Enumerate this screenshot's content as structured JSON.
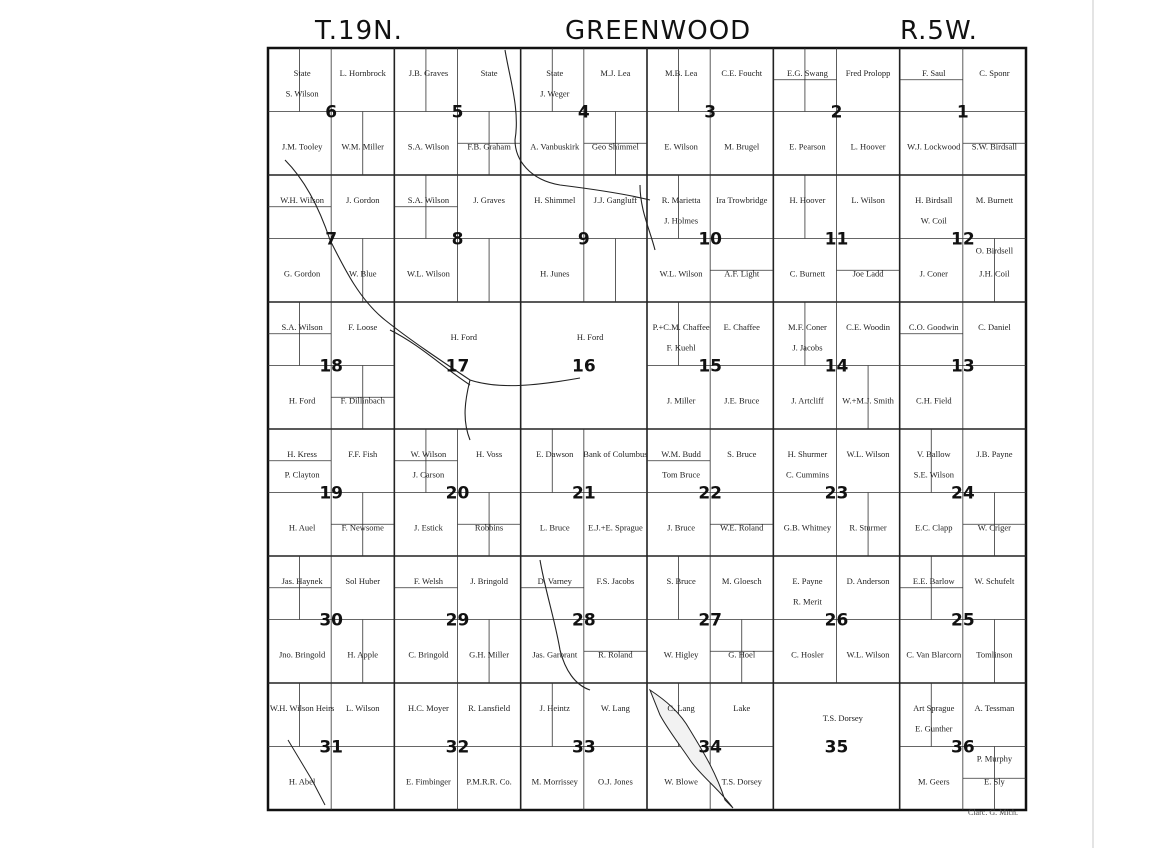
{
  "header": {
    "township": "T.19N.",
    "title": "GREENWOOD",
    "range": "R.5W."
  },
  "credit": "Clarc. G. Mich.",
  "sections": [
    {
      "n": "6",
      "owners": [
        "State",
        "L. Hornbrock",
        "J.M. Tooley",
        "W.M. Miller",
        "S. Wilson"
      ]
    },
    {
      "n": "5",
      "owners": [
        "J.B. Graves",
        "State",
        "S.A. Wilson",
        "F.B. Graham"
      ]
    },
    {
      "n": "4",
      "owners": [
        "State",
        "M.J. Lea",
        "A. Vanbuskirk",
        "Geo Shimmel",
        "J. Weger"
      ]
    },
    {
      "n": "3",
      "owners": [
        "M.B. Lea",
        "C.E. Foucht",
        "E. Wilson",
        "M. Brugel"
      ]
    },
    {
      "n": "2",
      "owners": [
        "E.G. Swang",
        "Fred Prolopp",
        "E. Pearson",
        "L. Hoover"
      ]
    },
    {
      "n": "1",
      "owners": [
        "F. Saul",
        "C. Sponr",
        "W.J. Lockwood",
        "S.W. Birdsall"
      ]
    },
    {
      "n": "7",
      "owners": [
        "W.H. Wilson",
        "J. Gordon",
        "G. Gordon",
        "W. Blue"
      ]
    },
    {
      "n": "8",
      "owners": [
        "S.A. Wilson",
        "J. Graves",
        "W.L. Wilson"
      ]
    },
    {
      "n": "9",
      "owners": [
        "H. Shimmel",
        "J.J. Gangluff",
        "H. Junes"
      ]
    },
    {
      "n": "10",
      "owners": [
        "R. Marietta",
        "Ira Trowbridge",
        "W.L. Wilson",
        "A.F. Light",
        "J. Holmes"
      ]
    },
    {
      "n": "11",
      "owners": [
        "H. Hoover",
        "L. Wilson",
        "C. Burnett",
        "Joe Ladd"
      ]
    },
    {
      "n": "12",
      "owners": [
        "H. Birdsall",
        "M. Burnett",
        "J. Coner",
        "J.H. Coil",
        "W. Coil",
        "O. Birdsell"
      ]
    },
    {
      "n": "18",
      "owners": [
        "S.A. Wilson",
        "F. Loose",
        "H. Ford",
        "F. Dillinbach"
      ]
    },
    {
      "n": "17",
      "owners": [
        "H. Ford"
      ]
    },
    {
      "n": "16",
      "owners": [
        "H. Ford"
      ]
    },
    {
      "n": "15",
      "owners": [
        "P.+C.M. Chaffee",
        "E. Chaffee",
        "J. Miller",
        "J.E. Bruce",
        "F. Kuehl"
      ]
    },
    {
      "n": "14",
      "owners": [
        "M.F. Coner",
        "C.E. Woodin",
        "J. Artcliff",
        "W.+M.J. Smith",
        "J. Jacobs"
      ]
    },
    {
      "n": "13",
      "owners": [
        "C.O. Goodwin",
        "C. Daniel",
        "C.H. Field"
      ]
    },
    {
      "n": "19",
      "owners": [
        "H. Kress",
        "F.F. Fish",
        "H. Auel",
        "F. Newsome",
        "P. Clayton"
      ]
    },
    {
      "n": "20",
      "owners": [
        "W. Wilson",
        "H. Voss",
        "J. Estick",
        "Robbins",
        "J. Carson"
      ]
    },
    {
      "n": "21",
      "owners": [
        "E. Dawson",
        "Bank of Columbus",
        "L. Bruce",
        "E.J.+E. Sprague"
      ]
    },
    {
      "n": "22",
      "owners": [
        "W.M. Budd",
        "S. Bruce",
        "J. Bruce",
        "W.E. Roland",
        "Tom Bruce"
      ]
    },
    {
      "n": "23",
      "owners": [
        "H. Shurmer",
        "W.L. Wilson",
        "G.B. Whitney",
        "R. Sturmer",
        "C. Cummins"
      ]
    },
    {
      "n": "24",
      "owners": [
        "V. Ballow",
        "J.B. Payne",
        "E.C. Clapp",
        "W. Criger",
        "S.E. Wilson"
      ]
    },
    {
      "n": "30",
      "owners": [
        "Jas. Haynek",
        "Sol Huber",
        "Jno. Bringold",
        "H. Apple"
      ]
    },
    {
      "n": "29",
      "owners": [
        "F. Welsh",
        "J. Bringold",
        "C. Bringold",
        "G.H. Miller"
      ]
    },
    {
      "n": "28",
      "owners": [
        "D. Varney",
        "F.S. Jacobs",
        "Jas. Garbrant",
        "R. Roland"
      ]
    },
    {
      "n": "27",
      "owners": [
        "S. Bruce",
        "M. Gloesch",
        "W. Higley",
        "G. Hoel"
      ]
    },
    {
      "n": "26",
      "owners": [
        "E. Payne",
        "D. Anderson",
        "C. Hosler",
        "W.L. Wilson",
        "R. Merit"
      ]
    },
    {
      "n": "25",
      "owners": [
        "E.E. Barlow",
        "W. Schufelt",
        "C. Van Blarcorn",
        "Tomlinson"
      ]
    },
    {
      "n": "31",
      "owners": [
        "W.H. Wilson Heirs",
        "L. Wilson",
        "H. Abel"
      ]
    },
    {
      "n": "32",
      "owners": [
        "H.C. Moyer",
        "R. Lansfield",
        "E. Fimbinger",
        "P.M.R.R. Co."
      ]
    },
    {
      "n": "33",
      "owners": [
        "J. Heintz",
        "W. Lang",
        "M. Morrissey",
        "O.J. Jones"
      ]
    },
    {
      "n": "34",
      "owners": [
        "C. Lang",
        "Lake",
        "W. Blowe",
        "T.S. Dorsey"
      ]
    },
    {
      "n": "35",
      "owners": [
        "T.S. Dorsey"
      ]
    },
    {
      "n": "36",
      "owners": [
        "Art Sprague",
        "A. Tessman",
        "M. Geers",
        "E. Sly",
        "E. Gunther",
        "P. Murphy"
      ]
    }
  ]
}
